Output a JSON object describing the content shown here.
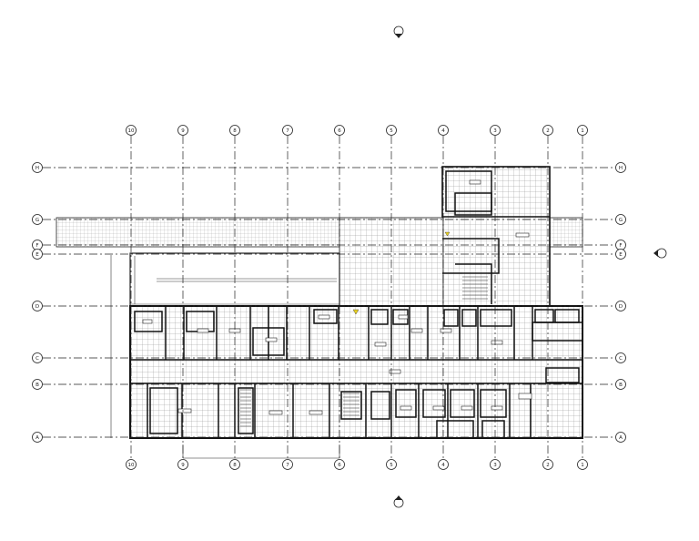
{
  "grid": {
    "columns": [
      "10",
      "9",
      "8",
      "7",
      "6",
      "5",
      "4",
      "3",
      "2",
      "1"
    ],
    "rows": [
      "H",
      "G",
      "F",
      "E",
      "D",
      "C",
      "B",
      "A"
    ]
  },
  "colors": {
    "line": "#1a1a1a",
    "hatch": "#9a9a9a",
    "marker": "#e8d020"
  },
  "icons": {
    "elevation_top": "elevation-marker-north-icon",
    "elevation_right": "elevation-marker-east-icon",
    "elevation_bottom": "elevation-marker-south-icon"
  }
}
